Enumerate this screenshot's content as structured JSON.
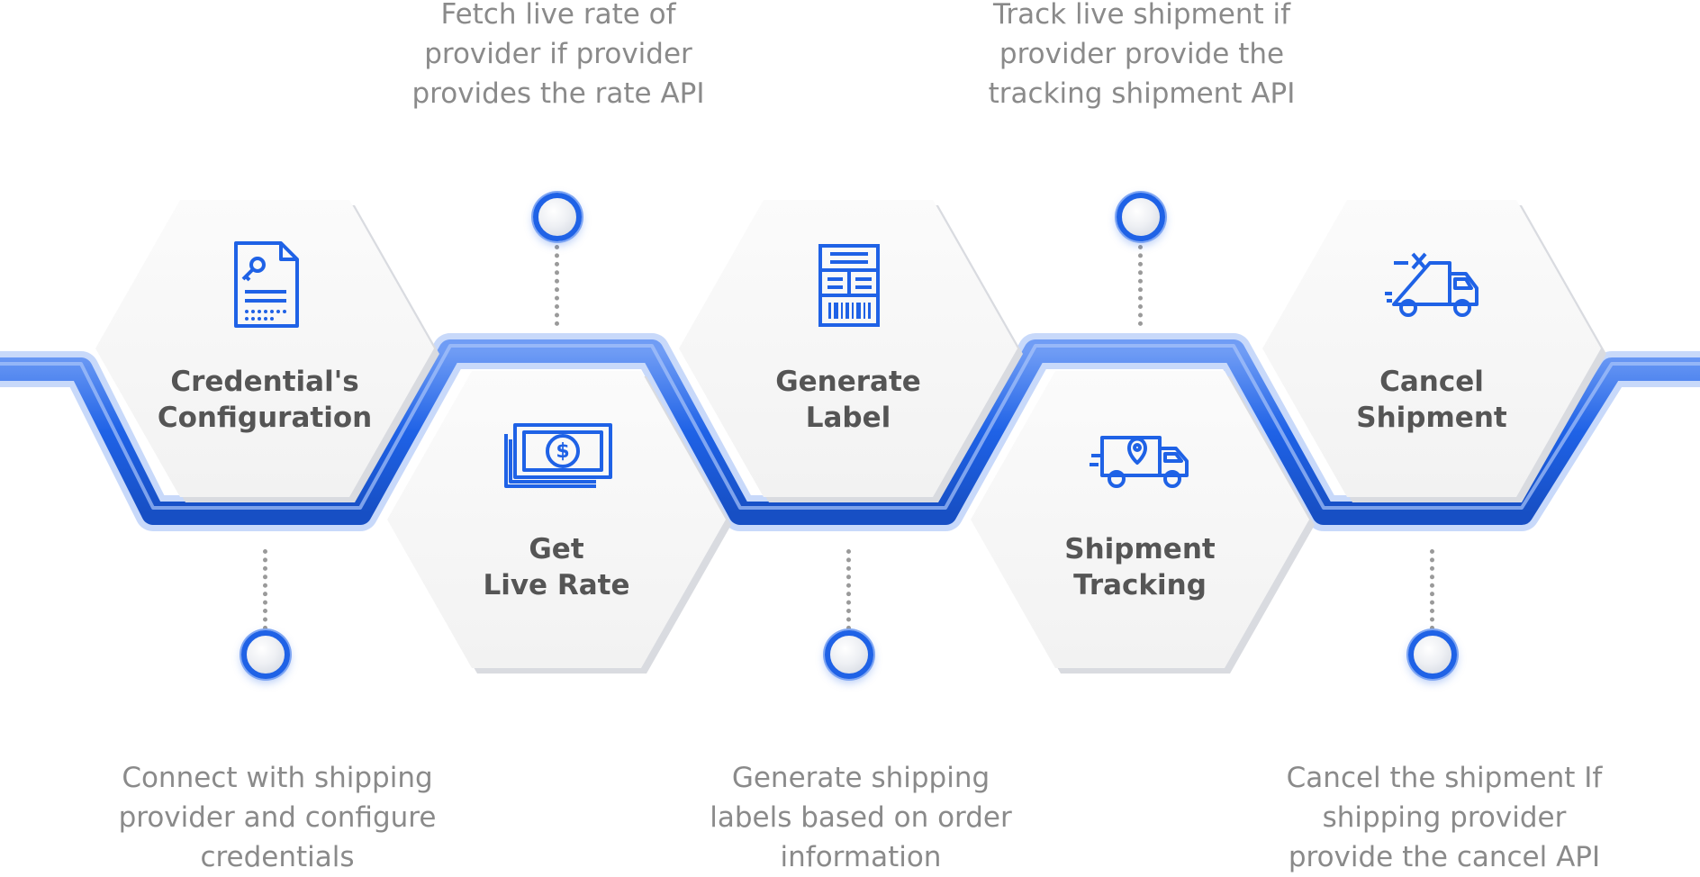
{
  "colors": {
    "accent": "#1f62e6",
    "accent_light": "#5a8cf0",
    "title_text": "#555555",
    "desc_text": "#8a8a8a"
  },
  "steps": [
    {
      "icon": "document-key-icon",
      "title_line1": "Credential's",
      "title_line2": "Configuration",
      "desc_line1": "Connect with shipping",
      "desc_line2": "provider and configure",
      "desc_line3": "credentials"
    },
    {
      "icon": "money-dollar-icon",
      "title_line1": "Get",
      "title_line2": "Live Rate",
      "desc_line1": "Fetch live rate of",
      "desc_line2": "provider if provider",
      "desc_line3": "provides the rate API"
    },
    {
      "icon": "shipping-label-icon",
      "title_line1": "Generate",
      "title_line2": "Label",
      "desc_line1": "Generate shipping",
      "desc_line2": "labels based on order",
      "desc_line3": "information"
    },
    {
      "icon": "truck-location-icon",
      "title_line1": "Shipment",
      "title_line2": "Tracking",
      "desc_line1": "Track live shipment if",
      "desc_line2": "provider provide the",
      "desc_line3": "tracking shipment API"
    },
    {
      "icon": "truck-cancel-icon",
      "title_line1": "Cancel",
      "title_line2": "Shipment",
      "desc_line1": "Cancel the shipment If",
      "desc_line2": "shipping provider",
      "desc_line3": "provide the cancel API"
    }
  ]
}
